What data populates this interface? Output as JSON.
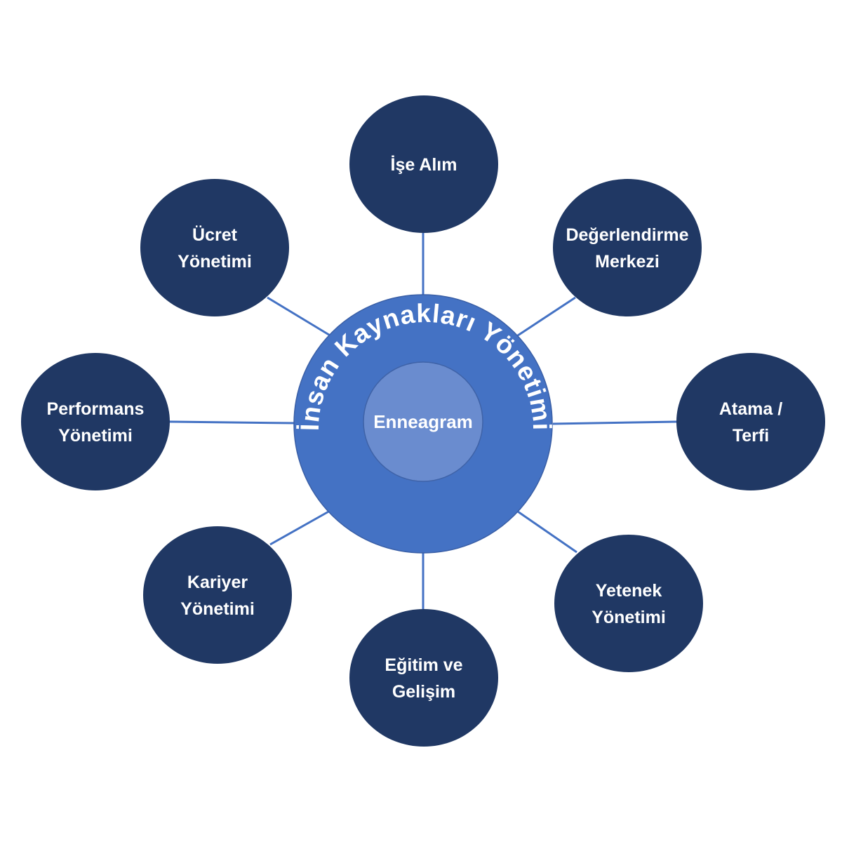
{
  "hub": {
    "title": "İnsan Kaynakları Yönetimi",
    "core_label": "Enneagram"
  },
  "nodes": [
    {
      "id": "ise-alim",
      "lines": [
        "İşe Alım"
      ]
    },
    {
      "id": "degerlendirme-merkezi",
      "lines": [
        "Değerlendirme",
        "Merkezi"
      ]
    },
    {
      "id": "atama-terfi",
      "lines": [
        "Atama /",
        "Terfi"
      ]
    },
    {
      "id": "yetenek-yonetimi",
      "lines": [
        "Yetenek",
        "Yönetimi"
      ]
    },
    {
      "id": "egitim-ve-gelisim",
      "lines": [
        "Eğitim ve",
        "Gelişim"
      ]
    },
    {
      "id": "kariyer-yonetimi",
      "lines": [
        "Kariyer",
        "Yönetimi"
      ]
    },
    {
      "id": "performans-yonetimi",
      "lines": [
        "Performans",
        "Yönetimi"
      ]
    },
    {
      "id": "ucret-yonetimi",
      "lines": [
        "Ücret",
        "Yönetimi"
      ]
    }
  ],
  "colors": {
    "node_fill": "#203864",
    "hub_fill": "#4472C4",
    "core_fill": "#6A8CCF",
    "connector": "#4472C4",
    "text": "#FFFFFF"
  }
}
